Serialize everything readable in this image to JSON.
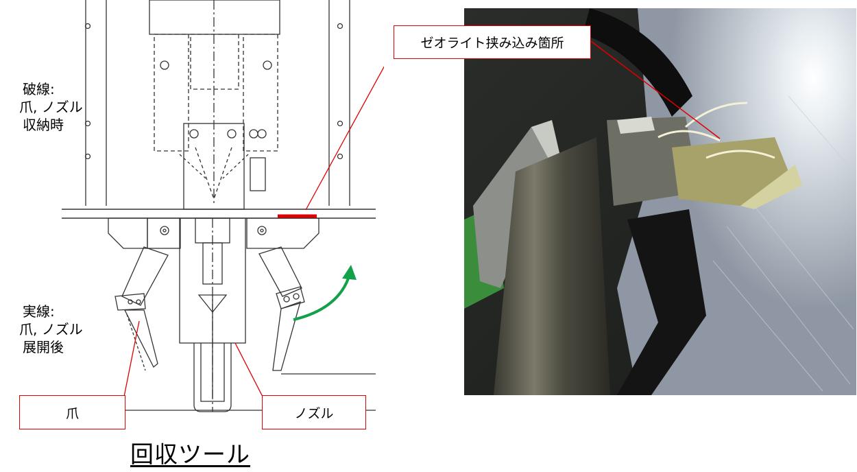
{
  "labels": {
    "dashed_legend": [
      "破線:",
      "爪, ノズル",
      "収納時"
    ],
    "solid_legend": [
      "実線:",
      "爪, ノズル",
      "展開後"
    ],
    "claw": "爪",
    "nozzle": "ノズル",
    "zeolite": "ゼオライト挟み込み箇所",
    "title": "回収ツール"
  },
  "colors": {
    "callout_border": "#e00000",
    "arrow_green": "#12a14a",
    "marker_red": "#e00000"
  },
  "icons": [
    "rotation-arrow-icon"
  ]
}
